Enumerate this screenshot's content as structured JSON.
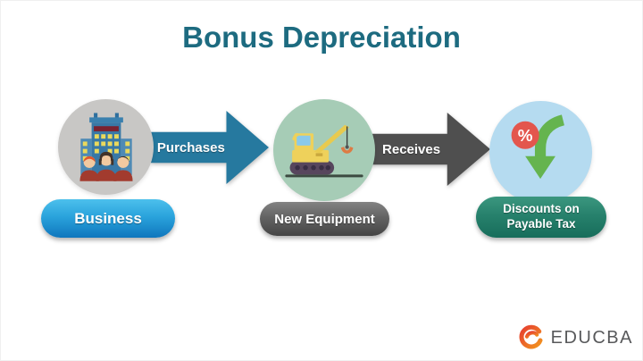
{
  "title": "Bonus Depreciation",
  "flow": {
    "steps": [
      {
        "label": "Business",
        "icon": "business-building-icon"
      },
      {
        "label": "New Equipment",
        "icon": "excavator-icon"
      },
      {
        "label": "Discounts on Payable Tax",
        "icon": "tax-discount-icon"
      }
    ],
    "arrows": [
      {
        "label": "Purchases"
      },
      {
        "label": "Receives"
      }
    ]
  },
  "icons": {
    "percent_symbol": "%"
  },
  "colors": {
    "title_text": "#1d6b80",
    "arrow_purchases": "#26799f",
    "arrow_receives": "#4f4f4f",
    "circle_business": "#c8c7c5",
    "circle_equipment": "#a6ccb6",
    "circle_discount": "#b5dbf0",
    "pill_business_top": "#4cc0ec",
    "pill_business_bottom": "#0f76bd",
    "pill_equipment_top": "#838383",
    "pill_equipment_bottom": "#454545",
    "pill_discount_top": "#3b977f",
    "pill_discount_bottom": "#176d5b",
    "percent_badge": "#e3564d",
    "discount_arrow_green": "#65b44f",
    "brand_text": "#58595b",
    "brand_logo_red": "#e63e30",
    "brand_logo_orange": "#f2941f"
  },
  "brand": {
    "name": "EDUCBA"
  }
}
